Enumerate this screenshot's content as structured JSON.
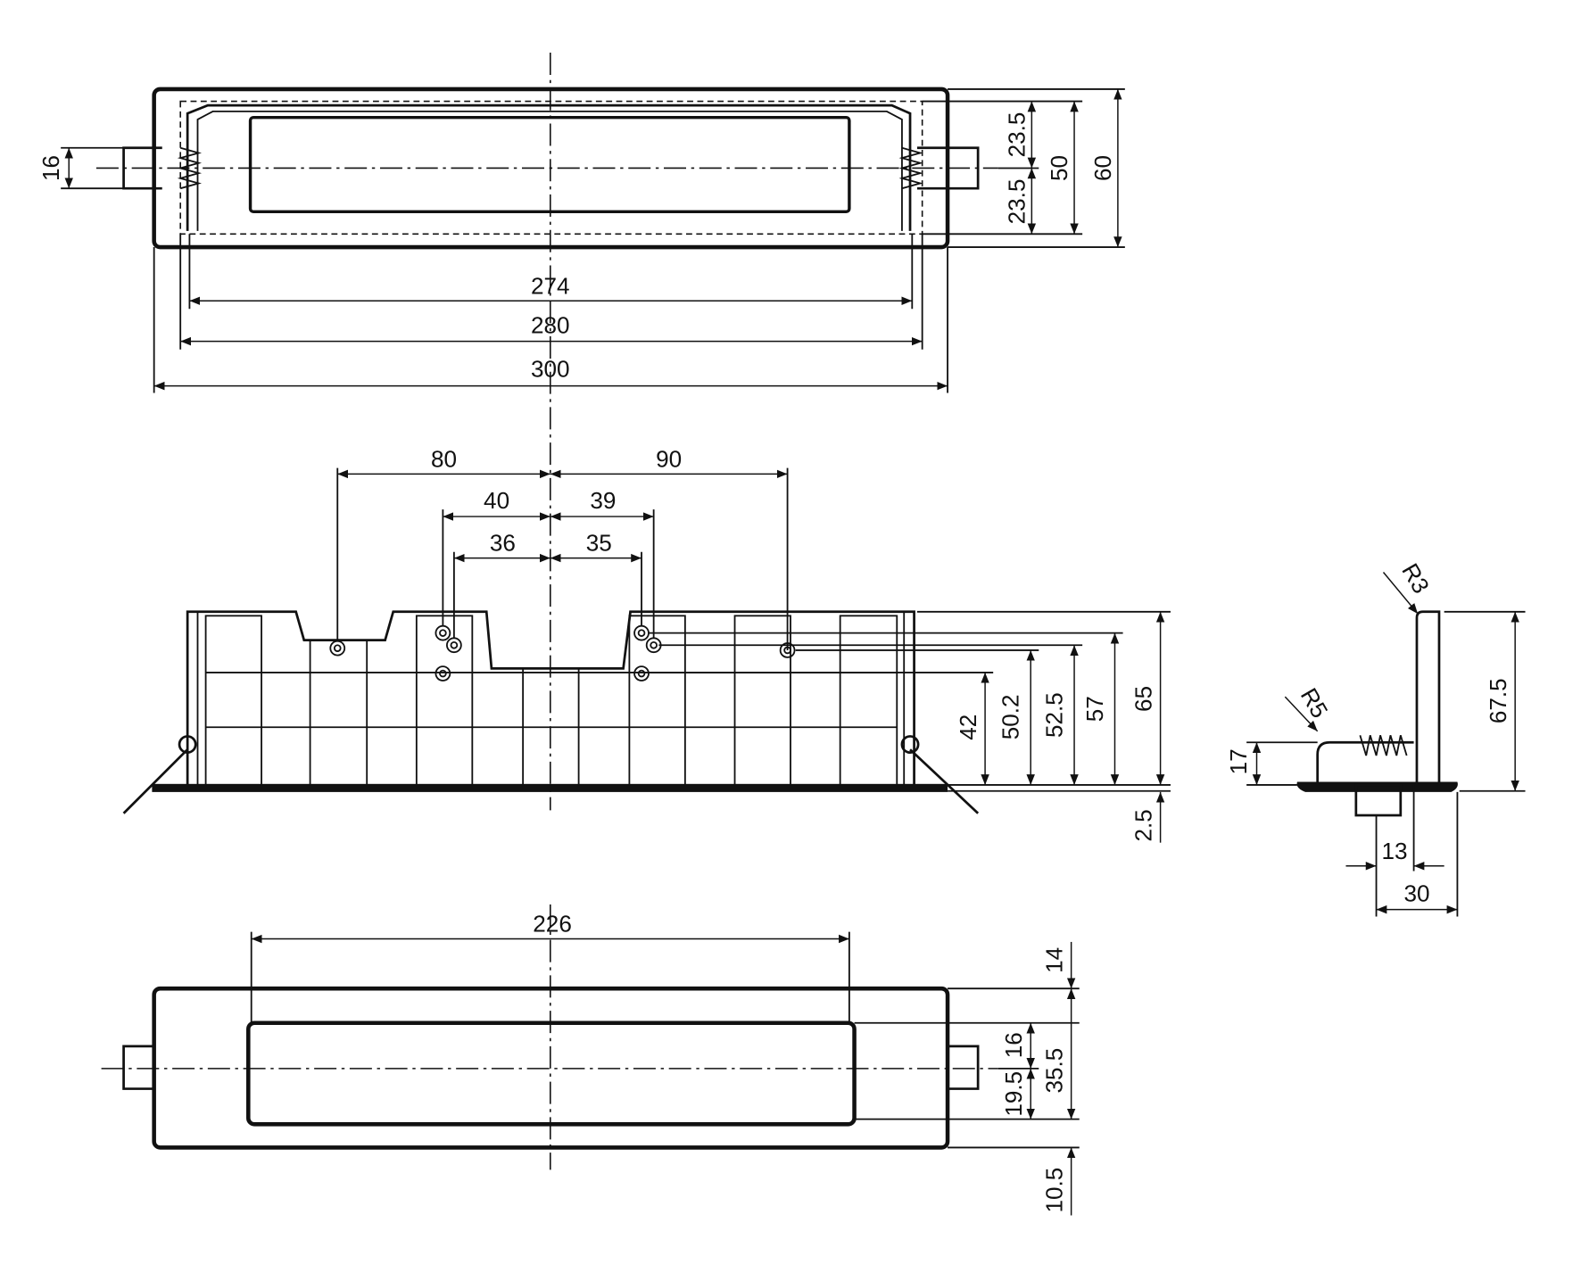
{
  "top_view": {
    "dims": {
      "tab_width": "16",
      "half_upper": "23.5",
      "half_lower": "23.5",
      "inner_height": "50",
      "outer_height": "60",
      "spring_span": "274",
      "inner_width": "280",
      "outer_width": "300"
    }
  },
  "front_view": {
    "dims": {
      "hole_left_outer": "80",
      "hole_right_outer": "90",
      "hole_left_mid": "40",
      "hole_right_mid": "39",
      "hole_left_inner": "36",
      "hole_right_inner": "35",
      "h42": "42",
      "h50_2": "50.2",
      "h52_5": "52.5",
      "h57": "57",
      "h65": "65",
      "plate": "2.5"
    }
  },
  "side_view": {
    "dims": {
      "r3": "R3",
      "r5": "R5",
      "height": "67.5",
      "housing": "17",
      "tab": "13",
      "depth": "30"
    }
  },
  "bottom_view": {
    "dims": {
      "opening_width": "226",
      "top_margin": "14",
      "upper_half": "16",
      "lower_half": "19.5",
      "opening_height": "35.5",
      "bottom_margin": "10.5"
    }
  }
}
